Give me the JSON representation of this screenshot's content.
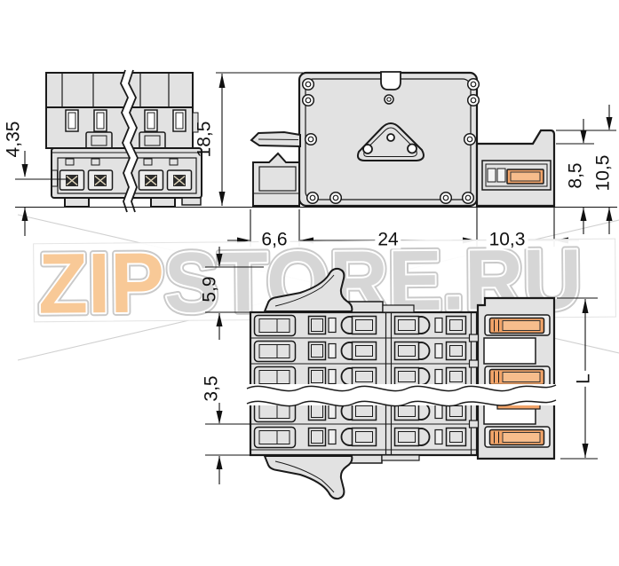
{
  "page": {
    "title": "Connector dimensional drawing"
  },
  "watermark": {
    "part1": "ZIP",
    "part2": "STORE.RU",
    "part1_color": "#f8c997",
    "part2_color": "#d6d6d6"
  },
  "dimensions": {
    "pin_to_edge": "4,35",
    "overall_height": "18,5",
    "plug_height": "8,5",
    "plug_total_height": "10,5",
    "front_depth": "6,6",
    "flange_width": "24",
    "plug_depth": "10,3",
    "latch_height": "5,9",
    "pole_pitch": "3,5",
    "length_var": "L"
  },
  "colors": {
    "line": "#1a1a1a",
    "part_fill": "#e2e2e2",
    "contact_orange": "#f2a469",
    "contact_orange_light": "#f7bd8c",
    "contact_dark": "#2b2b2b",
    "watermark_band": "#ffffff"
  }
}
